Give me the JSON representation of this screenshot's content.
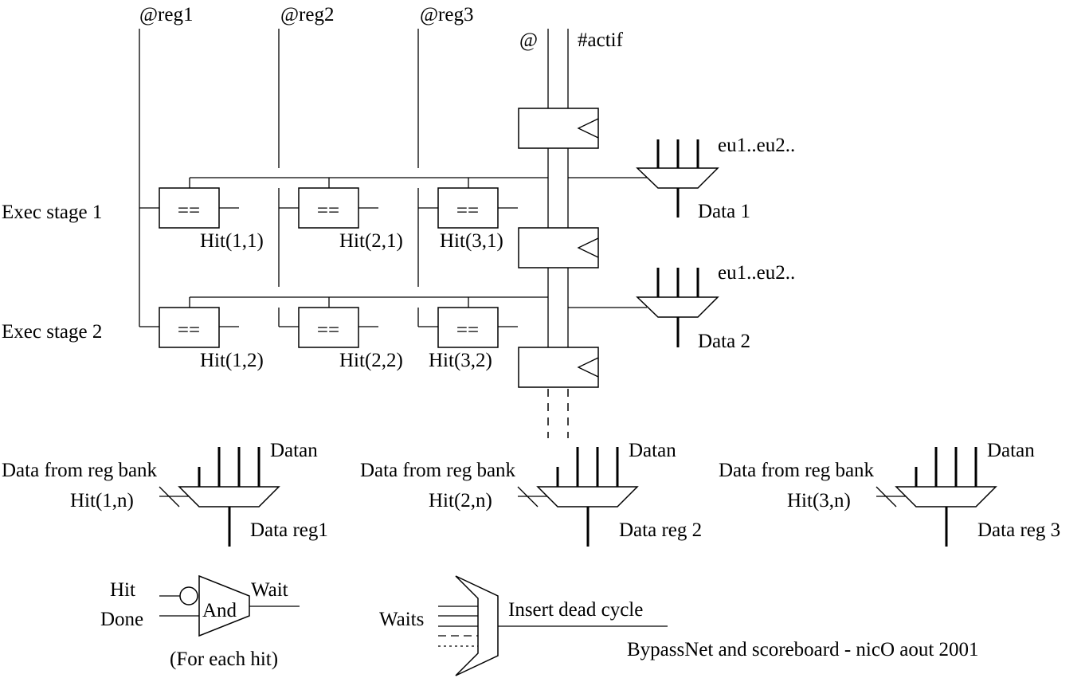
{
  "diagram": {
    "title": "BypassNet and scoreboard - nicO aout 2001",
    "address_inputs": [
      "@reg1",
      "@reg2",
      "@reg3"
    ],
    "bus_labels": {
      "address": "@",
      "active": "#actif"
    },
    "stages": [
      {
        "label": "Exec stage 1",
        "comparator_symbol": "==",
        "hits": [
          "Hit(1,1)",
          "Hit(2,1)",
          "Hit(3,1)"
        ],
        "mux": {
          "inputs_label": "eu1..eu2..",
          "output_label": "Data 1"
        }
      },
      {
        "label": "Exec stage 2",
        "comparator_symbol": "==",
        "hits": [
          "Hit(1,2)",
          "Hit(2,2)",
          "Hit(3,2)"
        ],
        "mux": {
          "inputs_label": "eu1..eu2..",
          "output_label": "Data 2"
        }
      }
    ],
    "register_muxes": [
      {
        "reg_bank_label": "Data from reg bank",
        "select_label": "Hit(1,n)",
        "inputs_label": "Datan",
        "output_label": "Data reg1"
      },
      {
        "reg_bank_label": "Data from reg bank",
        "select_label": "Hit(2,n)",
        "inputs_label": "Datan",
        "output_label": "Data reg 2"
      },
      {
        "reg_bank_label": "Data from reg bank",
        "select_label": "Hit(3,n)",
        "inputs_label": "Datan",
        "output_label": "Data reg 3"
      }
    ],
    "and_gate": {
      "inputs": [
        "Hit",
        "Done"
      ],
      "gate_label": "And",
      "output_label": "Wait",
      "note": "(For each hit)"
    },
    "or_gate": {
      "inputs_label": "Waits",
      "output_label": "Insert dead cycle"
    }
  }
}
